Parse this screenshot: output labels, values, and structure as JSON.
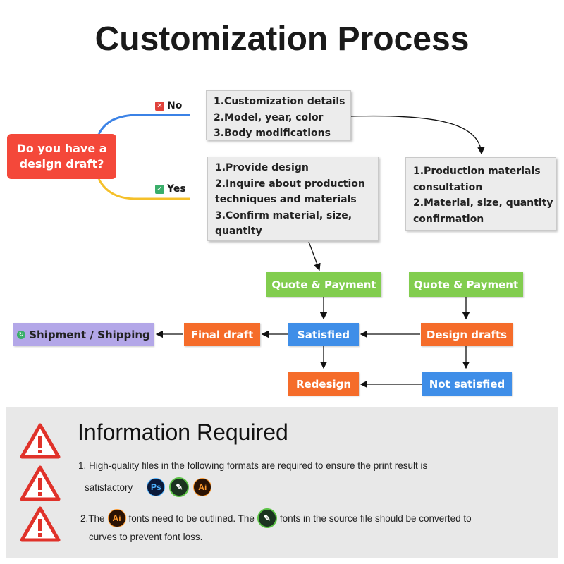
{
  "title": "Customization Process",
  "decision": {
    "label": "Do you have a design draft?"
  },
  "branches": {
    "no": {
      "label": "No",
      "icon": "x-box-icon",
      "color": "#3b82e6"
    },
    "yes": {
      "label": "Yes",
      "icon": "checkmark-box-icon",
      "color": "#f5c02a"
    }
  },
  "boxes": {
    "no_details": [
      "1.Customization details",
      "2.Model, year, color",
      "3.Body modifications"
    ],
    "yes_details": [
      "1.Provide design",
      "2.Inquire about production",
      "techniques and materials",
      "3.Confirm material, size,",
      "quantity"
    ],
    "consultation": [
      "1.Production materials",
      "consultation",
      "2.Material, size, quantity",
      "confirmation"
    ]
  },
  "steps": {
    "quote_left": "Quote & Payment",
    "quote_right": "Quote & Payment",
    "satisfied": "Satisfied",
    "design_drafts": "Design drafts",
    "final_draft": "Final draft",
    "shipment": "Shipment / Shipping",
    "redesign": "Redesign",
    "not_satisfied": "Not satisfied"
  },
  "colors": {
    "decision": "#f4483a",
    "green_step": "#82cd4f",
    "orange_step": "#f56c2a",
    "blue_step": "#3f8ee8",
    "purple_step": "#b3a7e8",
    "warning": "#e0322a"
  },
  "info": {
    "title": "Information Required",
    "line1a": "1. High-quality files in the following formats are required to ensure the print result is",
    "line1b": "satisfactory",
    "line2a": "2.The",
    "line2b": "fonts need to be outlined. The",
    "line2c": "fonts in the source file should be converted to",
    "line2d": "curves to prevent font loss.",
    "icons": {
      "ps": "Ps",
      "ai": "Ai",
      "pen": "pen-tool-icon"
    }
  }
}
